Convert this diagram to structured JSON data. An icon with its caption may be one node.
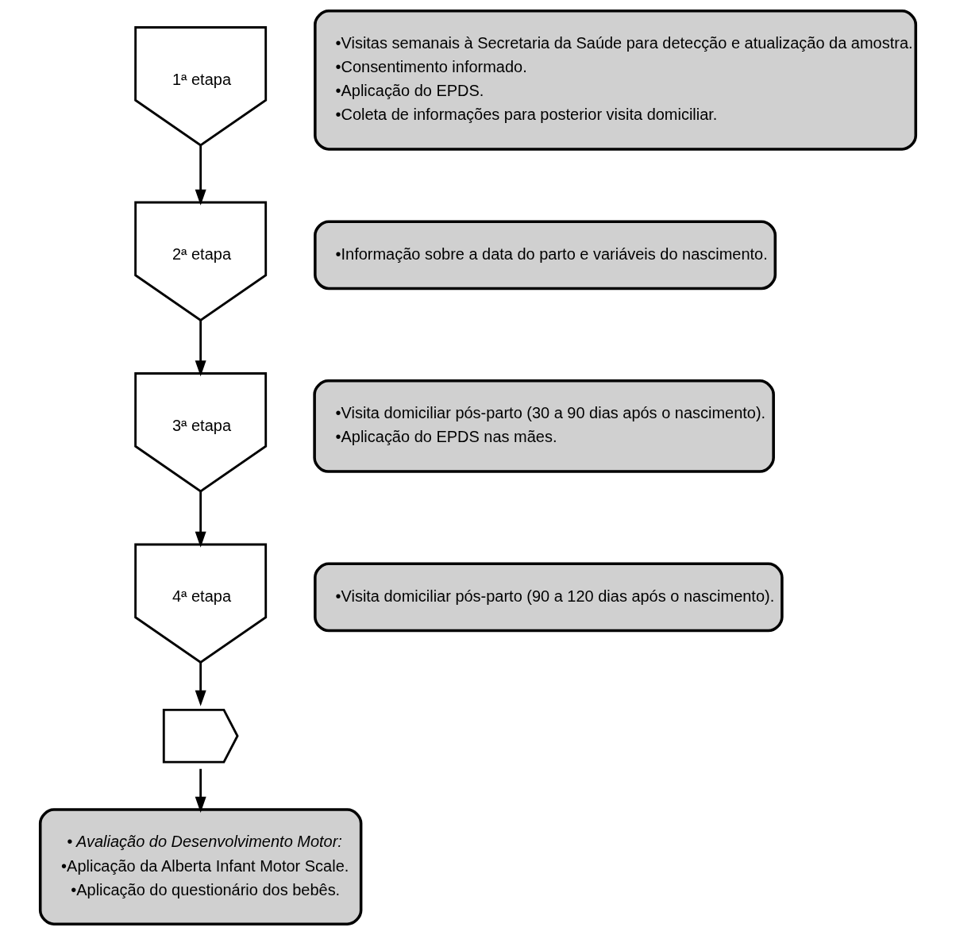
{
  "diagram": {
    "nodes": [
      {
        "text": [
          "1ª etapa"
        ]
      },
      {
        "text": [
          "•Visitas semanais à Secretaria da Saúde para detecção e atualização da amostra.",
          "•Consentimento informado.",
          "•Aplicação do EPDS.",
          "•Coleta de informações para posterior visita domiciliar."
        ]
      },
      {
        "text": [
          "2ª etapa"
        ]
      },
      {
        "text": [
          "•Informação sobre a data do parto e variáveis do nascimento."
        ]
      },
      {
        "text": [
          "3ª etapa"
        ]
      },
      {
        "text": [
          "•Visita domiciliar pós-parto (30 a 90 dias após o nascimento).",
          "•Aplicação do EPDS nas mães."
        ]
      },
      {
        "text": [
          "4ª etapa"
        ]
      },
      {
        "text": [
          "•Visita domiciliar pós-parto (90 a 120 dias após o nascimento)."
        ]
      },
      {
        "text": [],
        "shape": "chevron"
      },
      {
        "text": [
          "• Avaliação do Desenvolvimento Motor:",
          "•Aplicação da Alberta Infant Motor Scale.",
          "•Aplicação do questionário dos bebês."
        ]
      }
    ],
    "edges": [
      {
        "from": 0,
        "to": 2,
        "arrow": "to"
      },
      {
        "from": 2,
        "to": 4,
        "arrow": "to"
      },
      {
        "from": 4,
        "to": 6,
        "arrow": "to"
      },
      {
        "from": 6,
        "to": 8,
        "arrow": "to"
      },
      {
        "from": 8,
        "to": 9,
        "arrow": "to"
      }
    ]
  }
}
